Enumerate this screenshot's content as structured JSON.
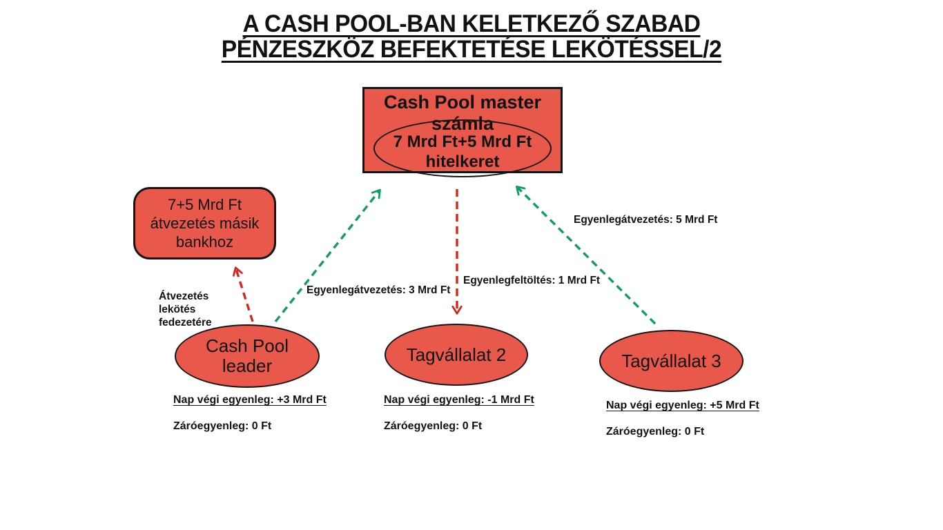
{
  "title": {
    "line1": "A CASH POOL-BAN KELETKEZŐ SZABAD",
    "line2": "PÉNZESZKÖZ BEFEKTETÉSE LEKÖTÉSSEL/2"
  },
  "master_box": {
    "line1": "Cash Pool master",
    "line2": "számla",
    "credit_line1": "7 Mrd Ft+5 Mrd Ft",
    "credit_line2": "hitelkeret"
  },
  "transfer_box": {
    "line1": "7+5 Mrd Ft",
    "line2": "átvezetés másik",
    "line3": "bankhoz"
  },
  "entities": {
    "leader": {
      "name_line1": "Cash Pool",
      "name_line2": "leader",
      "eod_balance": "Nap végi egyenleg: +3 Mrd Ft",
      "closing_balance": "Záróegyenleg: 0 Ft"
    },
    "member2": {
      "name": "Tagvállalat 2",
      "eod_balance": "Nap végi egyenleg: -1 Mrd Ft",
      "closing_balance": "Záróegyenleg: 0 Ft"
    },
    "member3": {
      "name": "Tagvállalat 3",
      "eod_balance": "Nap végi egyenleg: +5 Mrd Ft",
      "closing_balance": "Záróegyenleg: 0 Ft"
    }
  },
  "flow_labels": {
    "cover_line1": "Átvezetés lekötés",
    "cover_line2": "fedezetére",
    "leader_transfer": "Egyenlegátvezetés: 3 Mrd Ft",
    "member2_topup": "Egyenlegfeltöltés: 1 Mrd Ft",
    "member3_transfer": "Egyenlegátvezetés: 5 Mrd Ft"
  },
  "colors": {
    "shape_fill": "#E8594B",
    "shape_border": "#141414",
    "arrow_red": "#D0281C",
    "arrow_green": "#139A68",
    "text": "#111111",
    "background": "#FFFFFF"
  }
}
